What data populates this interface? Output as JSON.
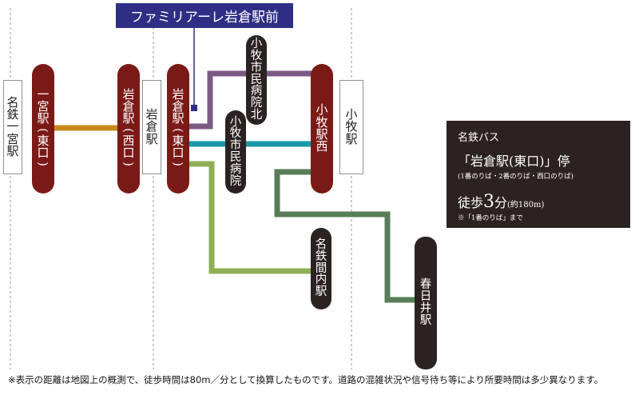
{
  "destination": "ファミリアーレ岩倉駅前",
  "stations": {
    "meitetsu_ichinomiya": "名鉄一宮駅",
    "ichinomiya_east": "一宮駅(東口)",
    "iwakura_west": "岩倉駅(西口)",
    "iwakura": "岩倉駅",
    "iwakura_east": "岩倉駅(東口)",
    "komaki_hospital_north": "小牧市民病院北",
    "komaki_hospital": "小牧市民病院",
    "komaki_west": "小牧駅西",
    "komaki": "小牧駅",
    "meitetsu_mamauchi": "名鉄間内駅",
    "kasugai": "春日井駅"
  },
  "bus_info": {
    "company": "名鉄バス",
    "stop": "「岩倉駅(東口)」停",
    "platforms": "(1番のりば・2番のりば・西口のりば)",
    "walk_prefix": "徒歩",
    "walk_minutes": "3",
    "walk_unit": "分",
    "walk_distance": "(約180m)",
    "walk_note": "※「1番のりば」まで"
  },
  "footnote": "※表示の距離は地図上の概測で、徒歩時間は80m／分として換算したものです。道路の混雑状況や信号待ち等により所要時間は多少異なります。",
  "colors": {
    "line_orange": "#c8891a",
    "line_purple": "#7b5a84",
    "line_teal": "#1a9aa8",
    "line_lightgreen": "#8faf55",
    "line_darkgreen": "#577e57",
    "station_red": "#7a1a17",
    "station_dark": "#2b2322",
    "destination_blue": "#2e2f84"
  }
}
